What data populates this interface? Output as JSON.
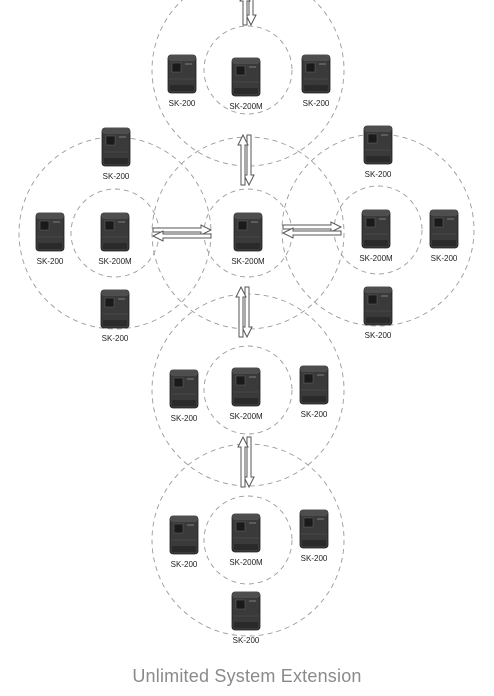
{
  "caption": "Unlimited System Extension",
  "colors": {
    "ring": "#9a9a9a",
    "device": "#3a3a3a",
    "arrow": "#555555"
  },
  "icons": {
    "device": "control-panel-device-icon",
    "link": "double-arrow-icon"
  },
  "clusters": [
    {
      "name": "top",
      "devices": [
        {
          "label": "SK-200"
        },
        {
          "label": "SK-200M"
        },
        {
          "label": "SK-200"
        }
      ]
    },
    {
      "name": "left",
      "devices": [
        {
          "label": "SK-200"
        },
        {
          "label": "SK-200"
        },
        {
          "label": "SK-200M"
        },
        {
          "label": "SK-200"
        }
      ]
    },
    {
      "name": "center",
      "devices": [
        {
          "label": "SK-200M"
        }
      ]
    },
    {
      "name": "right",
      "devices": [
        {
          "label": "SK-200"
        },
        {
          "label": "SK-200M"
        },
        {
          "label": "SK-200"
        },
        {
          "label": "SK-200"
        }
      ]
    },
    {
      "name": "lower",
      "devices": [
        {
          "label": "SK-200"
        },
        {
          "label": "SK-200M"
        },
        {
          "label": "SK-200"
        }
      ]
    },
    {
      "name": "bottom",
      "devices": [
        {
          "label": "SK-200"
        },
        {
          "label": "SK-200M"
        },
        {
          "label": "SK-200"
        },
        {
          "label": "SK-200"
        }
      ]
    }
  ]
}
